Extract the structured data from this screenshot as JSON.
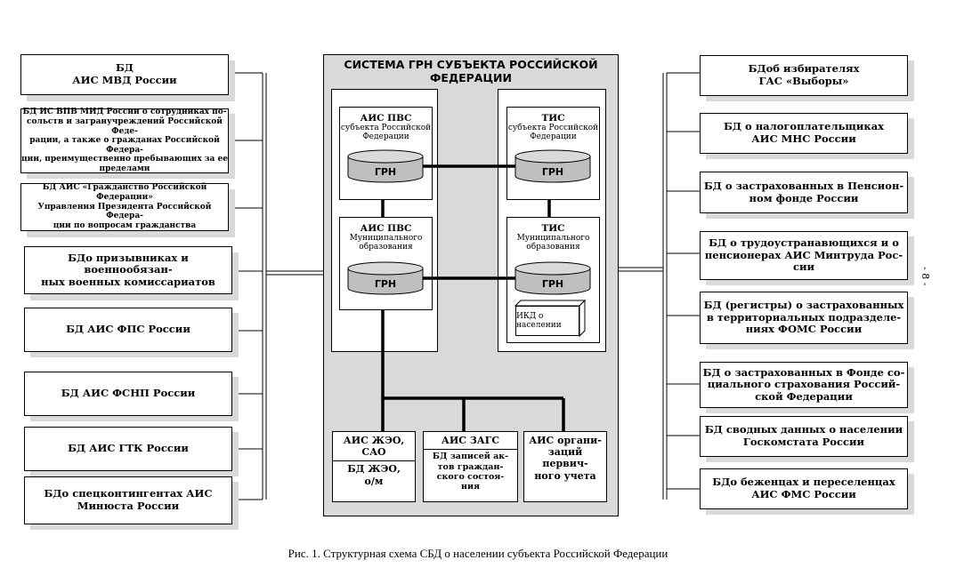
{
  "left_boxes": [
    "БД\nАИС МВД России",
    "БД ИС ВПВ МИД России о сотрудниках по-\nсольств и загранучреждений Российской Феде-\nрации, а также о гражданах Российской Федера-\nции, преимущественно пребывающих за ее\nпределами",
    "БД АИС «Гражданство Российской Федерации»\nУправления Президента Российской Федера-\nции по вопросам гражданства",
    "БДо призывниках и военнообязан-\nных военных комиссариатов",
    "БД АИС ФПС России",
    "БД АИС ФСНП России",
    "БД АИС ГТК России",
    "БДо спецконтингентах АИС\nМинюста России"
  ],
  "right_boxes": [
    "БДоб избирателях\nГАС «Выборы»",
    "БД о налогоплательщиках\nАИС МНС России",
    "БД о застрахованных в Пенсион-\nном фонде России",
    "БД о трудоустранавющихся и о\nпенсионерах АИС Минтруда Рос-\nсии",
    "БД (регистры) о застрахованных\nв территориальных подразделе-\nниях ФОМС России",
    "БД о застрахованных в Фонде со-\nциального страхования Россий-\nской Федерации",
    "БД сводных данных о населении\nГоскомстата России",
    "БДо беженцах и переселенцах\nАИС ФМС России"
  ],
  "system": {
    "title": "СИСТЕМА ГРН СУБЪЕКТА РОССИЙСКОЙ\nФЕДЕРАЦИИ",
    "ais_pvs_subject": {
      "title": "АИС ПВС",
      "subtitle": "субъекта Российской\nФедерации",
      "db": "ГРН"
    },
    "tis_subject": {
      "title": "ТИС",
      "subtitle": "субъекта Российской\nФедерации",
      "db": "ГРН"
    },
    "ais_pvs_municipal": {
      "title": "АИС ПВС",
      "subtitle": "Муниципального\nобразования",
      "db": "ГРН"
    },
    "tis_municipal": {
      "title": "ТИС",
      "subtitle": "Муниципального\nобразования",
      "db": "ГРН"
    },
    "ikd": "ИКД о населении",
    "bottom": [
      {
        "title": "АИС ЖЭО,\nСАО",
        "sub": "БД ЖЭО,\nо/м"
      },
      {
        "title": "АИС ЗАГС",
        "sub": "БД записей ак-\nтов граждан-\nского состоя-\nния"
      },
      {
        "title": "АИС органи-\nзаций первич-\nного учета",
        "sub": ""
      }
    ]
  },
  "caption": "Рис. 1. Структурная схема СБД о населении субъекта Российской Федерации",
  "page_number": "- 8 -"
}
